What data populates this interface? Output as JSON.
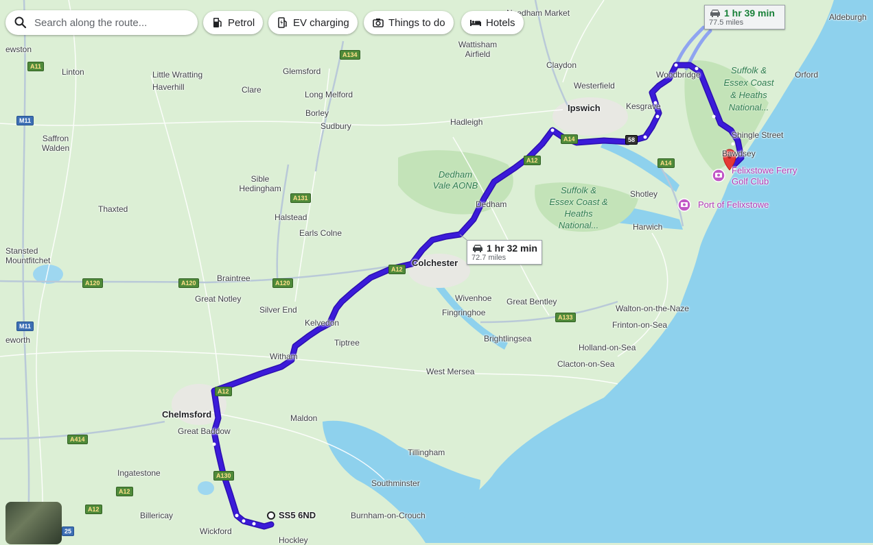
{
  "search": {
    "placeholder": "Search along the route..."
  },
  "chips": [
    {
      "label": "Petrol",
      "icon": "fuel-icon"
    },
    {
      "label": "EV charging",
      "icon": "ev-charging-icon"
    },
    {
      "label": "Things to do",
      "icon": "camera-icon"
    },
    {
      "label": "Hotels",
      "icon": "bed-icon"
    }
  ],
  "routes": {
    "main": {
      "duration": "1 hr 32 min",
      "distance": "72.7 miles"
    },
    "alt": {
      "duration": "1 hr 39 min",
      "distance": "77.5 miles"
    }
  },
  "origin": {
    "label": "SS5 6ND"
  },
  "pois": {
    "destination": "Felixstowe Ferry Golf Club",
    "port": "Port of Felixstowe"
  },
  "places": {
    "towns": [
      "Ipswich",
      "Colchester",
      "Chelmsford"
    ],
    "labels": [
      "Needham Market",
      "Wattisham Airfield",
      "Aldeburgh",
      "ewston",
      "Linton",
      "Little Wratting",
      "Glemsford",
      "Haverhill",
      "Clare",
      "Long Melford",
      "Borley",
      "Sudbury",
      "Claydon",
      "Woodbridge",
      "Westerfield",
      "Kesgrave",
      "Orford",
      "Hadleigh",
      "Shingle Street",
      "Bawdsey",
      "Saffron Walden",
      "Sible Hedingham",
      "Shotley",
      "Thaxted",
      "Halstead",
      "Dedham",
      "Harwich",
      "Earls Colne",
      "Stansted Mountfitchet",
      "Braintree",
      "Great Notley",
      "Silver End",
      "Wivenhoe",
      "Great Bentley",
      "Walton-on-the-Naze",
      "Fingringhoe",
      "Frinton-on-Sea",
      "Kelvedon",
      "Brightlingsea",
      "Tiptree",
      "Holland-on-Sea",
      "Witham",
      "Clacton-on-Sea",
      "West Mersea",
      "Maldon",
      "Great Baddow",
      "Tillingham",
      "Ingatestone",
      "Southminster",
      "Billericay",
      "Burnham-on-Crouch",
      "Wickford",
      "Hockley",
      "eworth"
    ],
    "areas": [
      "Dedham Vale AONB",
      "Suffolk & Essex Coast & Heaths National...",
      "Suffolk & Essex Coast & Heaths National..."
    ]
  },
  "roads": [
    "A134",
    "A11",
    "M11",
    "A131",
    "A14",
    "A12",
    "58",
    "A120",
    "A133",
    "A414",
    "A130",
    "25"
  ],
  "colors": {
    "route": "#3b1bd9",
    "route_alt": "#8fa4f0",
    "sea": "#8ed1ed",
    "land": "#dcefd5",
    "pin": "#e53935",
    "poi": "#c158c6"
  }
}
